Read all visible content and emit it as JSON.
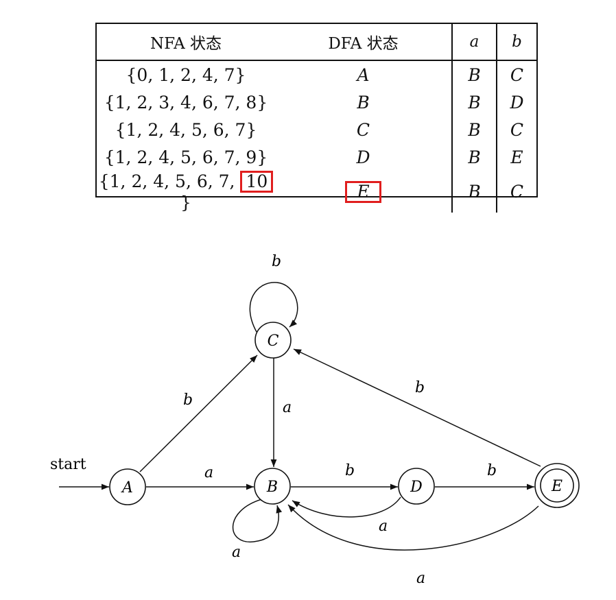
{
  "table": {
    "headers": [
      "NFA 状态",
      "DFA 状态",
      "a",
      "b"
    ],
    "rows": [
      {
        "nfa": "{0, 1, 2, 4, 7}",
        "dfa": "A",
        "a": "B",
        "b": "C"
      },
      {
        "nfa": "{1, 2, 3, 4, 6, 7, 8}",
        "dfa": "B",
        "a": "B",
        "b": "D"
      },
      {
        "nfa": "{1, 2, 4, 5, 6, 7}",
        "dfa": "C",
        "a": "B",
        "b": "C"
      },
      {
        "nfa": "{1, 2, 4, 5, 6, 7, 9}",
        "dfa": "D",
        "a": "B",
        "b": "E"
      },
      {
        "nfa_prefix": "{1, 2, 4, 5, 6, 7, ",
        "nfa_highlight": "10",
        "nfa_suffix": "}",
        "dfa": "E",
        "a": "B",
        "b": "C"
      }
    ],
    "highlight_color": "#e01e1e"
  },
  "diagram": {
    "start_label": "start",
    "states": [
      {
        "id": "A",
        "label": "A",
        "accepting": false
      },
      {
        "id": "B",
        "label": "B",
        "accepting": false
      },
      {
        "id": "C",
        "label": "C",
        "accepting": false
      },
      {
        "id": "D",
        "label": "D",
        "accepting": false
      },
      {
        "id": "E",
        "label": "E",
        "accepting": true
      }
    ],
    "transitions": [
      {
        "from": "A",
        "to": "B",
        "label": "a"
      },
      {
        "from": "A",
        "to": "C",
        "label": "b"
      },
      {
        "from": "B",
        "to": "B",
        "label": "a"
      },
      {
        "from": "B",
        "to": "D",
        "label": "b"
      },
      {
        "from": "C",
        "to": "B",
        "label": "a"
      },
      {
        "from": "C",
        "to": "C",
        "label": "b"
      },
      {
        "from": "D",
        "to": "B",
        "label": "a"
      },
      {
        "from": "D",
        "to": "E",
        "label": "b"
      },
      {
        "from": "E",
        "to": "B",
        "label": "a"
      },
      {
        "from": "E",
        "to": "C",
        "label": "b"
      }
    ]
  }
}
